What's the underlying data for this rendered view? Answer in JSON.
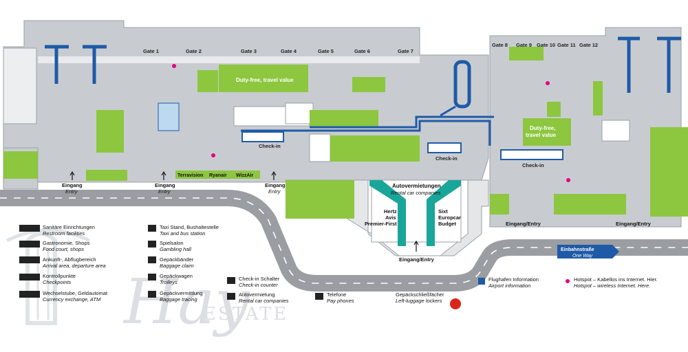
{
  "gates_left": [
    "Gate 1",
    "Gate 2",
    "Gate 3",
    "Gate 4",
    "Gate 5",
    "Gate 6",
    "Gate 7"
  ],
  "gates_right": [
    "Gate 8",
    "Gate 9",
    "Gate 10",
    "Gate 11",
    "Gate 12"
  ],
  "dutyfree_1": "Duty-free, travel value",
  "dutyfree_2_l1": "Duty-free,",
  "dutyfree_2_l2": "travel value",
  "checkin": [
    "Check-in",
    "Check-in",
    "Check-in"
  ],
  "airlines": [
    "Terravision",
    "Ryanair",
    "WizzAir"
  ],
  "entrances": [
    {
      "de": "Eingang",
      "en": "Entry"
    },
    {
      "de": "Eingang",
      "en": "Entry"
    },
    {
      "de": "Eingang",
      "en": "Entry"
    }
  ],
  "entrance_mid": "Eingang/Entry",
  "entrances_right": [
    "Eingang/Entry",
    "Eingang/Entry"
  ],
  "rental": {
    "de": "Autovermietungen",
    "en": "Rental car companies"
  },
  "rental_left": [
    "Hertz",
    "Avis",
    "Premier-First"
  ],
  "rental_right": [
    "Sixt",
    "Europcar",
    "Budget"
  ],
  "oneway": {
    "de": "Einbahnstraße",
    "en": "One Way"
  },
  "legend": {
    "col1": [
      {
        "de": "Sanitäre Einrichtungen",
        "en": "Restroom facilities"
      },
      {
        "de": "Gastronomie, Shops",
        "en": "Food court, shops"
      },
      {
        "de": "Ankunft-, Abflugbereich",
        "en": "Arrival area, departure area"
      },
      {
        "de": "Kontrollpunkte",
        "en": "Checkpoints"
      },
      {
        "de": "Wechselstube, Geldautomat",
        "en": "Currency exchange, ATM"
      }
    ],
    "col2": [
      {
        "de": "Taxi Stand, Bushaltestelle",
        "en": "Taxi and bus station"
      },
      {
        "de": "Spielsalon",
        "en": "Gambling hall"
      },
      {
        "de": "Gepäckbänder",
        "en": "Baggage claim"
      },
      {
        "de": "Gepäckwagen",
        "en": "Trolleys"
      },
      {
        "de": "Gepäckvermittlung",
        "en": "Baggage tracing"
      }
    ],
    "col3": [
      {
        "de": "Check-in Schalter",
        "en": "Check-in counter"
      },
      {
        "de": "Autovermietung",
        "en": "Rental car companies"
      }
    ],
    "col4": [
      {
        "de": "Telefone",
        "en": "Pay phones"
      }
    ],
    "col5": [
      {
        "de": "Gepäckschließfächer",
        "en": "Left-luggage lockers"
      }
    ],
    "col6": [
      {
        "de": "Flughafen Information",
        "en": "Airport information"
      }
    ],
    "col7": [
      {
        "de": "Hotspot – Kabellos ins Internet. Hier.",
        "en": "Hotspot – wireless Internet. Here."
      }
    ]
  },
  "watermark": "ESTATE",
  "colors": {
    "floor": "#c8ccd1",
    "green": "#8dc63f",
    "blue": "#1f5aa6",
    "teal": "#1aa59a",
    "road": "#9a9da1",
    "pink": "#e6007e",
    "red": "#d9251c"
  }
}
